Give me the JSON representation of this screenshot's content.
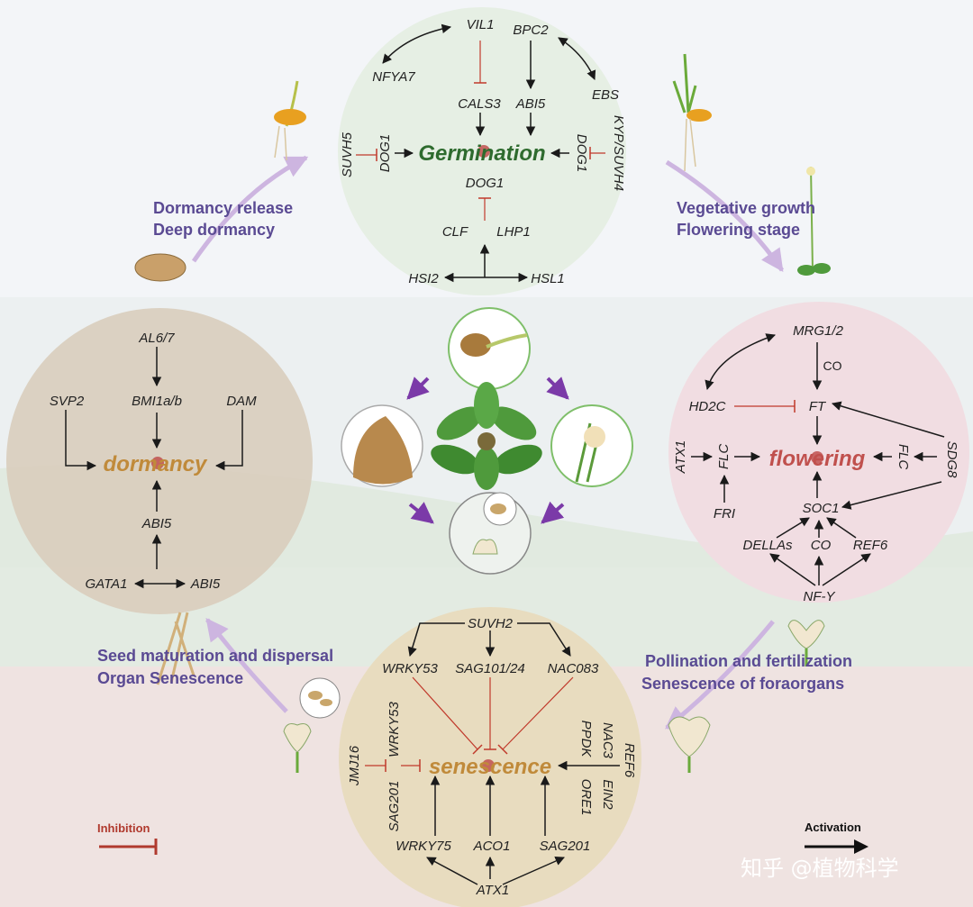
{
  "colors": {
    "activation": "#1a1a1a",
    "inhibition": "#c0392b",
    "stage_label": "#5a4a93",
    "germination_title": "#2e6b2e",
    "dormancy_title": "#c08a3a",
    "flowering_title": "#c0504d",
    "senescence_title": "#c08a3a",
    "germination_circle": "#e6efe4",
    "dormancy_circle": "#d9cdbd",
    "flowering_circle": "#f1dde2",
    "senescence_circle": "#e8dcbf"
  },
  "stage_labels": {
    "dormancy_release": "Dormancy release",
    "deep_dormancy": "Deep dormancy",
    "vegetative_growth": "Vegetative growth",
    "flowering_stage": "Flowering stage",
    "seed_maturation": "Seed maturation and dispersal",
    "organ_senescence": "Organ Senescence",
    "pollination": "Pollination and fertilization",
    "senescence_floral": "Senescence of foraorgans"
  },
  "germination": {
    "title": "Germination",
    "vil1": "VIL1",
    "bpc2": "BPC2",
    "nfya7": "NFYA7",
    "ebs": "EBS",
    "cals3": "CALS3",
    "abi5": "ABI5",
    "suvh5": "SUVH5",
    "dog1_left": "DOG1",
    "kyp_suvh4": "KYP/SUVH4",
    "dog1_right": "DOG1",
    "dog1_bottom": "DOG1",
    "clf": "CLF",
    "lhp1": "LHP1",
    "hsi2": "HSI2",
    "hsl1": "HSL1"
  },
  "dormancy": {
    "title": "dormancy",
    "al67": "AL6/7",
    "svp2": "SVP2",
    "bmi1ab": "BMI1a/b",
    "dam": "DAM",
    "abi5": "ABI5",
    "gata1": "GATA1",
    "abi5_right": "ABI5"
  },
  "flowering": {
    "title": "flowering",
    "mrg12": "MRG1/2",
    "co_top": "CO",
    "hd2c": "HD2C",
    "ft": "FT",
    "atx1": "ATX1",
    "flc_left": "FLC",
    "flc_right": "FLC",
    "sdg8": "SDG8",
    "fri": "FRI",
    "soc1": "SOC1",
    "dellas": "DELLAs",
    "co_mid": "CO",
    "ref6": "REF6",
    "nfy": "NF-Y"
  },
  "senescence": {
    "title": "senescence",
    "suvh2": "SUVH2",
    "wrky53_top": "WRKY53",
    "sag10124": "SAG101/24",
    "nac083": "NAC083",
    "jmj16": "JMJ16",
    "wrky53_left": "WRKY53",
    "sag201_left": "SAG201",
    "ppdk": "PPDK",
    "nac3": "NAC3",
    "ref6": "REF6",
    "ore1": "ORE1",
    "ein2": "EIN2",
    "wrky75": "WRKY75",
    "aco1": "ACO1",
    "sag201_bottom": "SAG201",
    "atx1": "ATX1"
  },
  "legend": {
    "inhibition": "Inhibition",
    "activation": "Activation"
  },
  "watermark": "知乎 @植物科学"
}
